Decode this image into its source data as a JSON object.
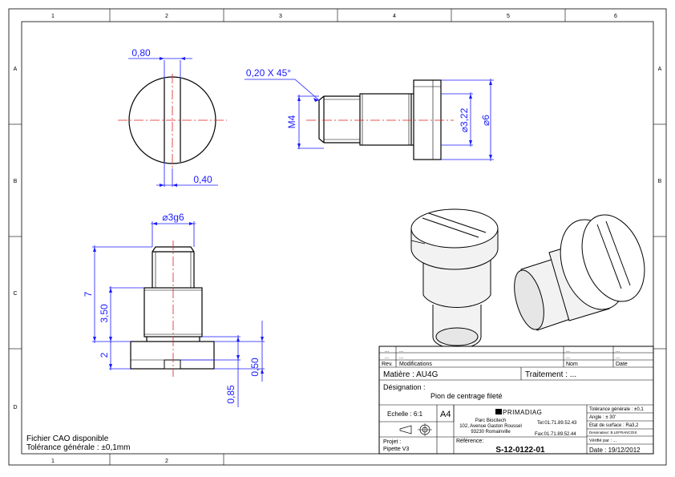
{
  "border": {
    "columns_top": [
      "1",
      "2",
      "3",
      "4",
      "5",
      "6"
    ],
    "columns_bottom": [
      "1",
      "2"
    ],
    "rows": [
      "A",
      "B",
      "C",
      "D"
    ]
  },
  "dimensions": {
    "slot_width": "0,80",
    "slot_bottom": "0,40",
    "chamfer": "0,20 X 45°",
    "thread": "M4",
    "diam_322": "⌀3,22",
    "diam_6": "⌀6",
    "diam_3g6": "⌀3g6",
    "length_7": "7",
    "length_350": "3,50",
    "height_2": "2",
    "depth_085": "0,85",
    "depth_050": "0,50"
  },
  "notes": {
    "line1": "Fichier CAO disponible",
    "line2": "Tolérance générale : ±0,1mm"
  },
  "title_block": {
    "rev_rows": [
      {
        "rev": "...",
        "mod": "...",
        "nom": "...",
        "date": "..."
      },
      {
        "rev": "...",
        "mod": "...",
        "nom": "...",
        "date": "..."
      }
    ],
    "rev_header": {
      "rev": "Rev.",
      "mod": "Modifications",
      "nom": "Nom",
      "date": "Date"
    },
    "matiere": "Matière : AU4G",
    "traitement": "Traitement : ...",
    "designation_label": "Désignation :",
    "designation_value": "Pion de centrage fileté",
    "echelle": "Echelle : 6:1",
    "format": "A4",
    "company_logo": "PRIMADIAG",
    "address1": "Parc Biocitech",
    "address2": "102, Avenue Gaston Roussel",
    "address3": "93230 Romainville",
    "tel": "Tel:01.71.89.52.43",
    "fax": "Fax:01.71.89.52.44",
    "projet_label": "Projet :",
    "projet_value": "Pipette V3",
    "reference_label": "Référence:",
    "reference_value": "S-12-0122-01",
    "tol_generale": "Tolérance générale : ±0,1",
    "angle": "Angle : ± 30'",
    "etat_surface": "Etat de surface : Ra3,2",
    "dessinateur": "Dessinateur: B.LEFRANCOIS",
    "verifie": "Vérifié par : ...",
    "date": "Date : 19/12/2012"
  }
}
